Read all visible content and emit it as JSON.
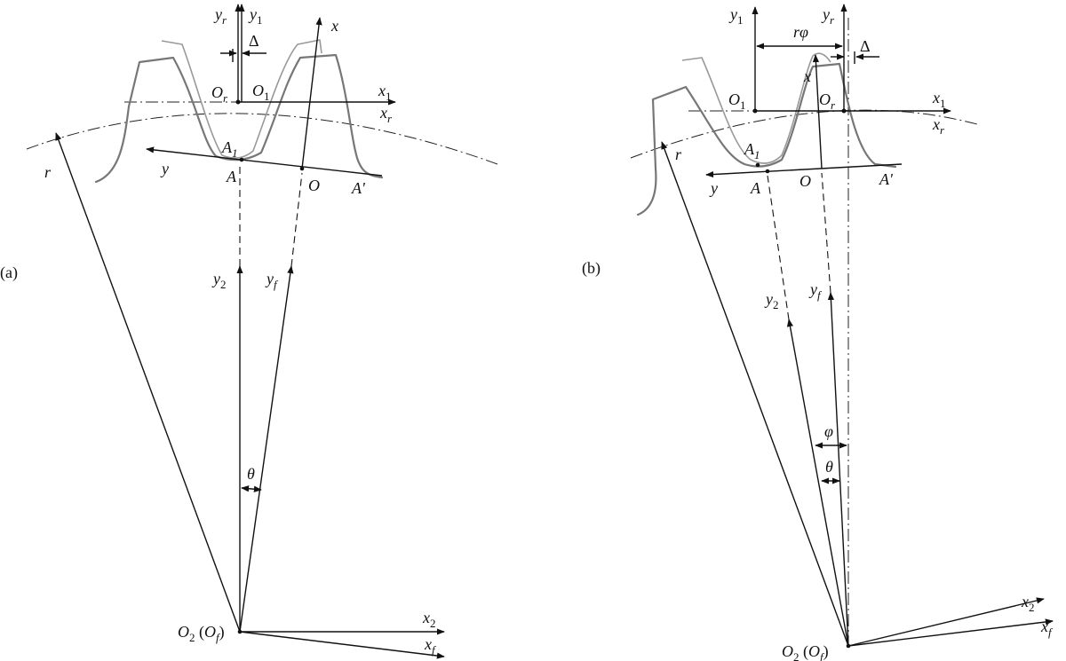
{
  "panels": {
    "a": {
      "caption": "(a)",
      "labels": {
        "yr": [
          "y",
          "r"
        ],
        "y1": [
          "y",
          "1"
        ],
        "delta": "Δ",
        "Or": [
          "O",
          "r"
        ],
        "O1": [
          "O",
          "1"
        ],
        "x1": [
          "x",
          "1"
        ],
        "xr": [
          "x",
          "r"
        ],
        "x": "x",
        "r": "r",
        "A1": [
          "A",
          "1"
        ],
        "y": "y",
        "A": "A",
        "O": "O",
        "Aprime": "A'",
        "y2": [
          "y",
          "2"
        ],
        "yf": [
          "y",
          "f"
        ],
        "theta": "θ",
        "origin": [
          "O",
          "2",
          " (",
          "O",
          "f",
          ")"
        ],
        "x2": [
          "x",
          "2"
        ],
        "xf": [
          "x",
          "f"
        ]
      }
    },
    "b": {
      "caption": "(b)",
      "labels": {
        "y1": [
          "y",
          "1"
        ],
        "yr": [
          "y",
          "r"
        ],
        "rphi": "rφ",
        "delta": "Δ",
        "x": "x",
        "O1": [
          "O",
          "1"
        ],
        "Or": [
          "O",
          "r"
        ],
        "x1": [
          "x",
          "1"
        ],
        "xr": [
          "x",
          "r"
        ],
        "r": "r",
        "A1": [
          "A",
          "1"
        ],
        "y": "y",
        "A": "A",
        "O": "O",
        "Aprime": "A'",
        "y2": [
          "y",
          "2"
        ],
        "yf": [
          "y",
          "f"
        ],
        "phi": "φ",
        "theta": "θ",
        "origin": [
          "O",
          "2",
          " (",
          "O",
          "f",
          ")"
        ],
        "x2": [
          "x",
          "2"
        ],
        "xf": [
          "x",
          "f"
        ]
      }
    }
  }
}
